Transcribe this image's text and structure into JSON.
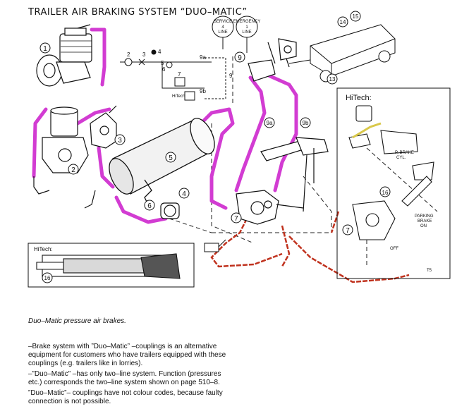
{
  "title": "TRAILER AIR BRAKING SYSTEM “DUO–MATIC”",
  "caption": "Duo–Matic pressure air brakes.",
  "paragraphs": [
    "–Brake system with ”Duo–Matic” –couplings is an alternative equipment for customers who have trailers equipped with these couplings (e.g. trailers like in lorries).",
    "–”Duo–Matic” –has only two–line system. Function (pressures etc.) corresponds the two–line system shown on page 510–8.",
    "”Duo–Matic”– couplings have not colour codes, because faulty connection is not possible."
  ],
  "signs": {
    "service": [
      "SERVICE",
      "4",
      "LINE"
    ],
    "emergency": [
      "EMERGENCY",
      "1",
      "LINE"
    ]
  },
  "labels": {
    "hitech_right": "HiTech:",
    "hitech_left": "HiTech:",
    "hitech_small": "HiTech",
    "p_brake": [
      "P. BRAKE",
      "CYL."
    ],
    "parking_brake": [
      "PARKING",
      "BRAKE",
      "ON"
    ],
    "off": "OFF",
    "t5": "T5"
  },
  "callouts": {
    "c1": "1",
    "c2": "2",
    "c3": "3",
    "c4": "4",
    "c5": "5",
    "c6": "6",
    "c7a": "7",
    "c7b": "7",
    "c9": "9",
    "c9a": "9a",
    "c9b": "9b",
    "c13": "13",
    "c14": "14",
    "c15": "15",
    "c16a": "16",
    "c16b": "16",
    "s2": "2",
    "s3": "3",
    "s4": "4",
    "s5": "5",
    "s6": "6",
    "s7": "7",
    "s9": "9",
    "s9a": "9a",
    "s9b": "9b"
  },
  "colors": {
    "air_line": "#d23cd2",
    "brake_line": "#c0321e"
  }
}
